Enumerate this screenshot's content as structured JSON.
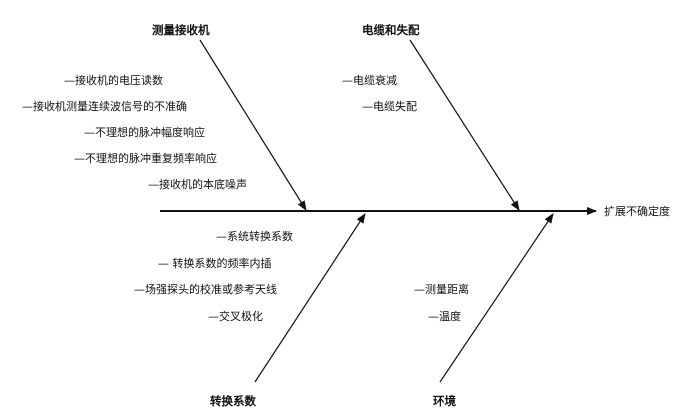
{
  "effect": "扩展不确定度",
  "categories": {
    "receiver": {
      "title": "测量接收机",
      "causes": [
        "—接收机的电压读数",
        "—接收机测量连续波信号的不准确",
        "—不理想的脉冲幅度响应",
        "—不理想的脉冲重复频率响应",
        "—接收机的本底噪声"
      ]
    },
    "cable": {
      "title": "电缆和失配",
      "causes": [
        "—电缆衰减",
        "—电缆失配"
      ]
    },
    "conversion": {
      "title": "转换系数",
      "causes": [
        "—系统转换系数",
        "— 转换系数的频率内插",
        "—场强探头的校准或参考天线",
        "—交叉极化"
      ]
    },
    "environment": {
      "title": "环境",
      "causes": [
        "—测量距离",
        "—温度"
      ]
    }
  }
}
